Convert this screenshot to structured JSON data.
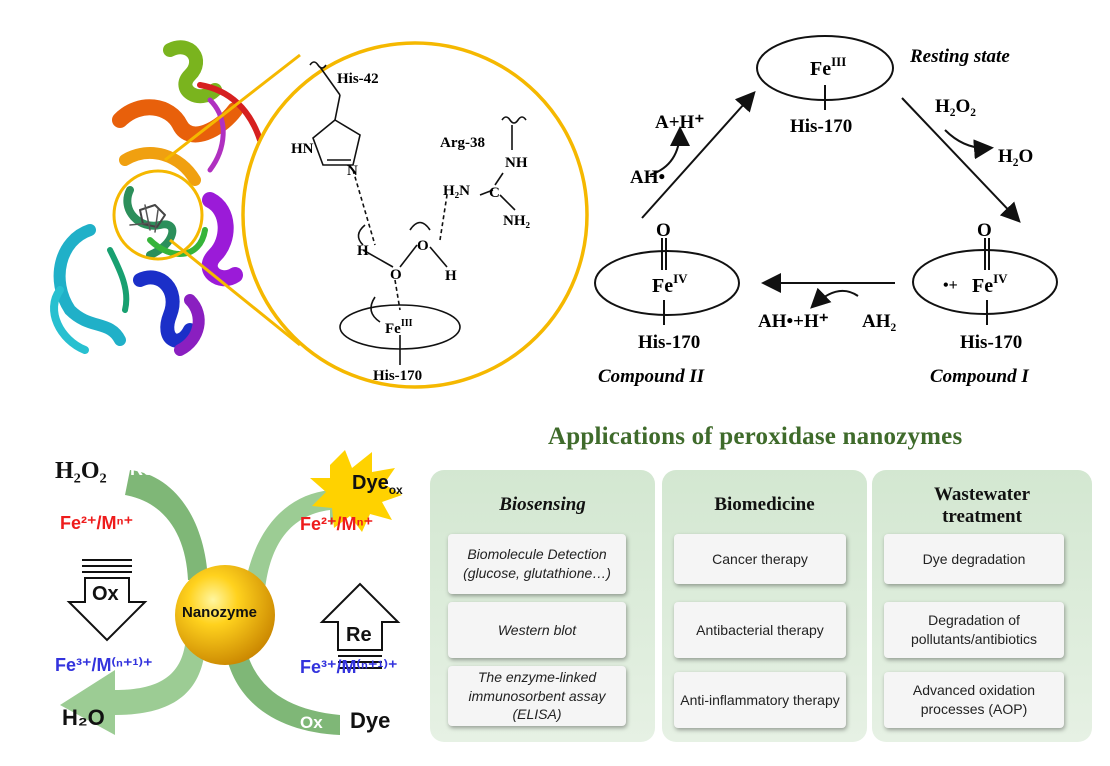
{
  "residues": {
    "his42": "His-42",
    "arg38": "Arg-38",
    "his170": "His-170",
    "hn": "HN",
    "n": "N",
    "nh": "NH",
    "h2n": "H₂N",
    "c": "C",
    "nh2": "NH₂",
    "h1": "H",
    "o1": "O",
    "o2": "O",
    "h2": "H",
    "fe": "Fe",
    "fe_ox": "III"
  },
  "cycle": {
    "resting_label": "Resting state",
    "resting_fe": "Fe",
    "resting_fe_ox": "III",
    "his": "His-170",
    "h2o2": "H₂O₂",
    "h2o": "H₂O",
    "compound1_label": "Compound I",
    "compound1_fe": "Fe",
    "compound1_fe_ox": "IV",
    "compound1_radical": "•+",
    "compound2_label": "Compound II",
    "compound2_fe": "Fe",
    "compound2_fe_ox": "IV",
    "oxo": "O",
    "ah2": "AH₂",
    "ah_radical_h": "AH•+H⁺",
    "ah_radical": "AH•",
    "a_h": "A+H⁺"
  },
  "mechanism": {
    "h2o2": "H₂O₂",
    "re_top": "Re",
    "fe_reduced": "Fe²⁺/Mⁿ⁺",
    "ox_arrow": "Ox",
    "nanozyme": "Nanozyme",
    "fe_oxidized": "Fe³⁺/M⁽ⁿ⁺¹⁾⁺",
    "h2o": "H₂O",
    "dye_ox": "Dye",
    "dye_ox_sub": "ox",
    "fe_reduced_right": "Fe²⁺/Mⁿ⁺",
    "re_arrow": "Re",
    "fe_oxidized_right": "Fe³⁺/M⁽ⁿ⁺¹⁾⁺",
    "ox_bottom": "Ox",
    "dye": "Dye"
  },
  "applications": {
    "title": "Applications of peroxidase nanozymes",
    "columns": [
      {
        "title": "Biosensing",
        "title2": "",
        "items": [
          "Biomolecule Detection (glucose, glutathione…)",
          "Western blot",
          "The enzyme-linked immunosorbent assay (ELISA)"
        ]
      },
      {
        "title": "Biomedicine",
        "title2": "",
        "items": [
          "Cancer therapy",
          "Antibacterial therapy",
          "Anti-inflammatory therapy"
        ]
      },
      {
        "title": "Wastewater",
        "title2": "treatment",
        "items": [
          "Dye degradation",
          "Degradation of pollutants/antibiotics",
          "Advanced oxidation processes (AOP)"
        ]
      }
    ]
  },
  "colors": {
    "gold": "#f5b800",
    "green_arrow": "#86bf7e",
    "red": "#ee1c1c",
    "blue": "#3333dd",
    "title_green": "#3f6b2b"
  }
}
